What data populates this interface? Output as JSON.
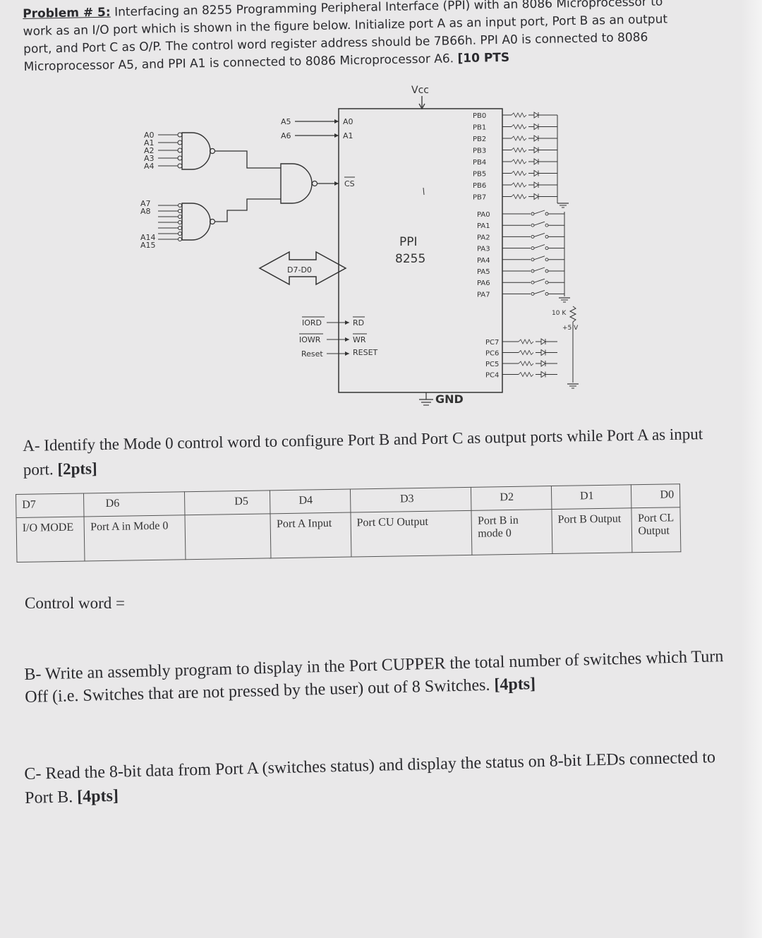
{
  "problem": {
    "lead": "Problem # 5:",
    "text": " Interfacing an 8255 Programming Peripheral Interface (PPI) with an 8086 Microprocessor to work as an I/O port which is shown in the figure below. Initialize port A as an input port, Port B as an output port, and Port C as O/P. The control word register address should be 7B66h. PPI A0 is connected to 8086 Microprocessor A5, and PPI A1 is connected to 8086 Microprocessor A6. ",
    "points": "[10 PTS"
  },
  "diagram": {
    "vcc": "Vcc",
    "gnd": "GND",
    "chip_name": "PPI",
    "chip_part": "8255",
    "addr_gate1_inputs": [
      "A0",
      "A1",
      "A2",
      "A3",
      "A4"
    ],
    "addr_gate2_inputs": [
      "A7",
      "A8",
      "A14",
      "A15"
    ],
    "a5": "A5",
    "a6": "A6",
    "pin_a0": "A0",
    "pin_a1": "A1",
    "pin_cs": "CS",
    "bus": "D7-D0",
    "iord": "IORD",
    "iowr": "IOWR",
    "reset_src": "Reset",
    "pin_rd": "RD",
    "pin_wr": "WR",
    "pin_reset": "RESET",
    "port_b": [
      "PB0",
      "PB1",
      "PB2",
      "PB3",
      "PB4",
      "PB5",
      "PB6",
      "PB7"
    ],
    "port_a": [
      "PA0",
      "PA1",
      "PA2",
      "PA3",
      "PA4",
      "PA5",
      "PA6",
      "PA7"
    ],
    "port_c": [
      "PC7",
      "PC6",
      "PC5",
      "PC4"
    ],
    "resistor": "10 K",
    "supply": "+5 V"
  },
  "partA": {
    "text": "A- Identify the Mode 0 control word to configure Port B and Port C as output ports while Port A as input port. ",
    "points": "[2pts]"
  },
  "table": {
    "headers": [
      "D7",
      "D6",
      "D5",
      "D4",
      "D3",
      "D2",
      "D1",
      "D0"
    ],
    "row": [
      "I/O MODE",
      "Port A in Mode 0",
      "",
      "Port A Input",
      "Port CU Output",
      "Port B in mode 0",
      "Port B Output",
      "Port CL Output"
    ]
  },
  "control_word": "Control word =",
  "partB": {
    "text": "B- Write an assembly program to display in the Port CUPPER the total number of switches which Turn Off (i.e. Switches that are not pressed by the user) out of 8 Switches. ",
    "points": "[4pts]"
  },
  "partC": {
    "text": "C- Read the 8-bit data from Port A (switches status) and display the status on 8-bit LEDs connected to Port B. ",
    "points": "[4pts]"
  }
}
